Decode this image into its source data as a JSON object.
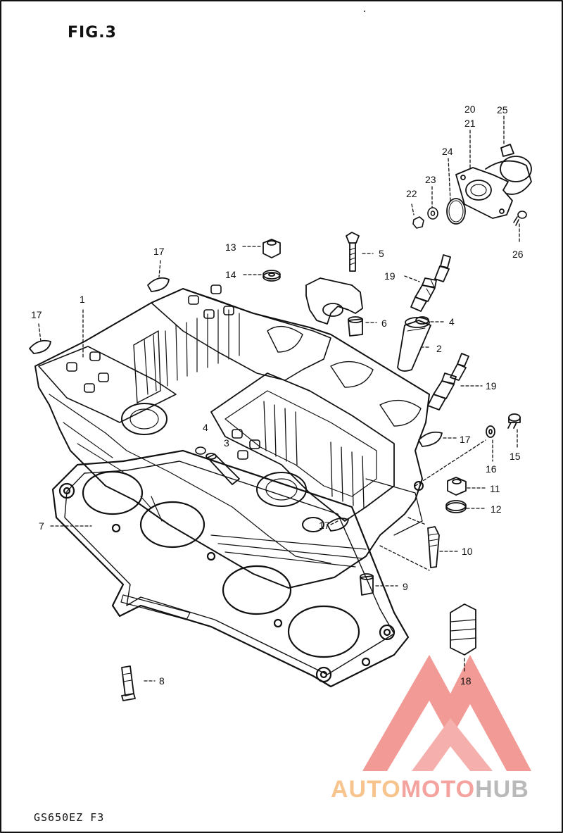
{
  "figure": {
    "title": "FIG.3",
    "model_code": "GS650EZ  F3"
  },
  "callouts": [
    {
      "id": "p1",
      "label": "1"
    },
    {
      "id": "p2",
      "label": "2"
    },
    {
      "id": "p3",
      "label": "3"
    },
    {
      "id": "p4a",
      "label": "4"
    },
    {
      "id": "p4b",
      "label": "4"
    },
    {
      "id": "p5",
      "label": "5"
    },
    {
      "id": "p6",
      "label": "6"
    },
    {
      "id": "p7",
      "label": "7"
    },
    {
      "id": "p8",
      "label": "8"
    },
    {
      "id": "p9",
      "label": "9"
    },
    {
      "id": "p10",
      "label": "10"
    },
    {
      "id": "p11",
      "label": "11"
    },
    {
      "id": "p12",
      "label": "12"
    },
    {
      "id": "p13",
      "label": "13"
    },
    {
      "id": "p14",
      "label": "14"
    },
    {
      "id": "p15",
      "label": "15"
    },
    {
      "id": "p16",
      "label": "16"
    },
    {
      "id": "p17a",
      "label": "17"
    },
    {
      "id": "p17b",
      "label": "17"
    },
    {
      "id": "p17c",
      "label": "17"
    },
    {
      "id": "p17d",
      "label": "17"
    },
    {
      "id": "p18",
      "label": "18"
    },
    {
      "id": "p19a",
      "label": "19"
    },
    {
      "id": "p19b",
      "label": "19"
    },
    {
      "id": "p20",
      "label": "20"
    },
    {
      "id": "p21",
      "label": "21"
    },
    {
      "id": "p22",
      "label": "22"
    },
    {
      "id": "p23",
      "label": "23"
    },
    {
      "id": "p24",
      "label": "24"
    },
    {
      "id": "p25",
      "label": "25"
    },
    {
      "id": "p26",
      "label": "26"
    }
  ],
  "watermark": {
    "part1": "AUTO",
    "part2": "MOTO",
    "part3": "HUB",
    "colors": {
      "auto": "#f7c48e",
      "moto": "#f4a39f",
      "hub": "#b9b9b9",
      "logo": "#f08a84"
    }
  },
  "colors": {
    "line": "#111111",
    "background": "#ffffff"
  }
}
